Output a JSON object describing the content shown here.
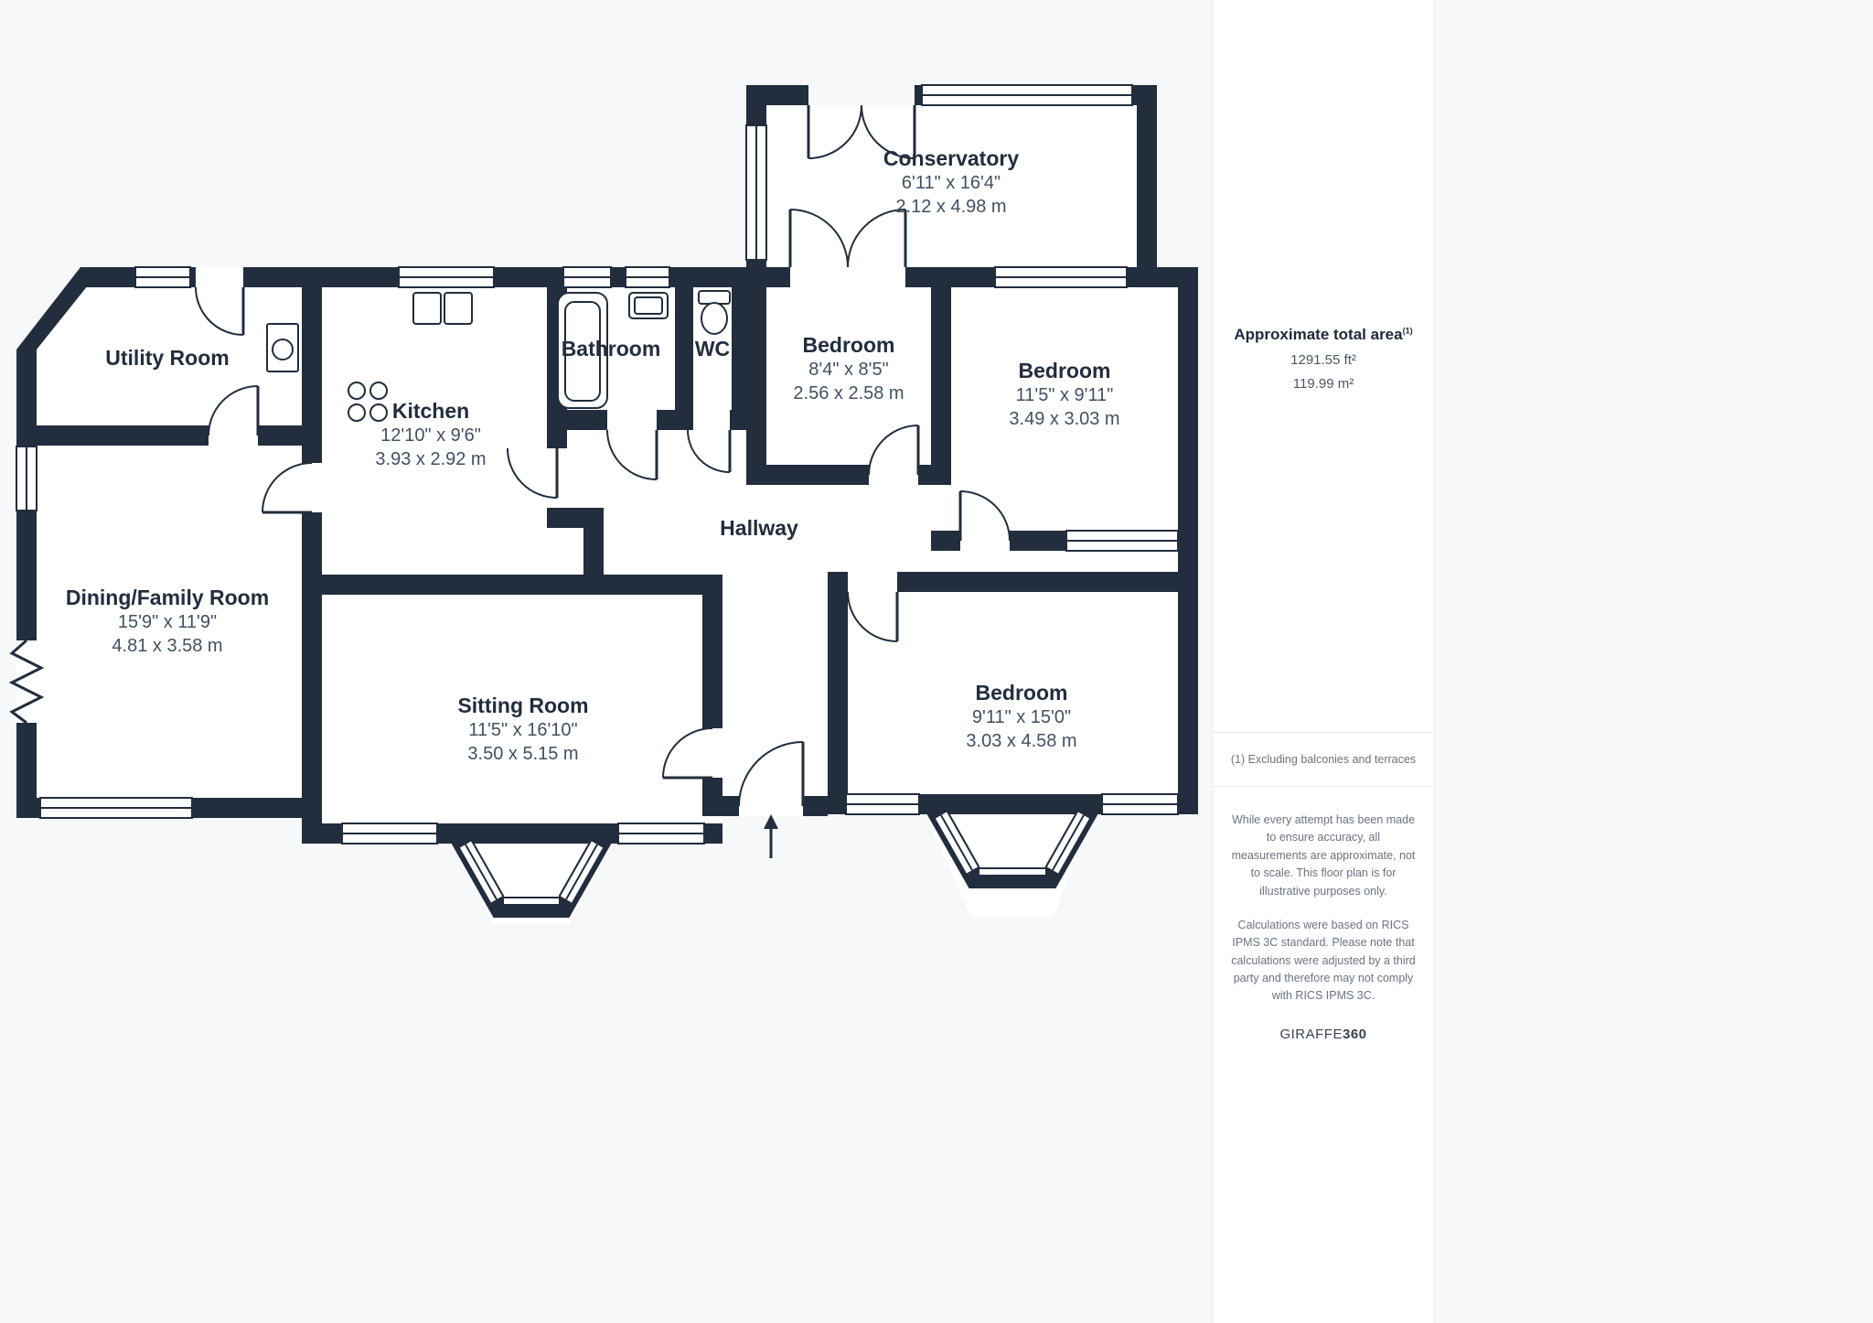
{
  "sidebar": {
    "total_area_label": "Approximate total area",
    "total_area_superscript": "(1)",
    "area_ft": "1291.55 ft²",
    "area_m": "119.99 m²",
    "footnote": "(1) Excluding balconies and terraces",
    "disclaimer1": "While every attempt has been made to ensure accuracy, all measurements are approximate, not to scale. This floor plan is for illustrative purposes only.",
    "disclaimer2": "Calculations were based on RICS IPMS 3C standard. Please note that calculations were adjusted by a third party and therefore may not comply with RICS IPMS 3C.",
    "brand": "GIRAFFE",
    "brand_bold": "360"
  },
  "rooms": [
    {
      "id": "conservatory",
      "name": "Conservatory",
      "dims_ft": "6'11\" x 16'4\"",
      "dims_m": "2.12 x 4.98 m"
    },
    {
      "id": "utility-room",
      "name": "Utility Room"
    },
    {
      "id": "kitchen",
      "name": "Kitchen",
      "dims_ft": "12'10\" x 9'6\"",
      "dims_m": "3.93 x 2.92 m"
    },
    {
      "id": "bathroom",
      "name": "Bathroom"
    },
    {
      "id": "wc",
      "name": "WC"
    },
    {
      "id": "bedroom-small",
      "name": "Bedroom",
      "dims_ft": "8'4\" x 8'5\"",
      "dims_m": "2.56 x 2.58 m"
    },
    {
      "id": "bedroom-mid",
      "name": "Bedroom",
      "dims_ft": "11'5\" x 9'11\"",
      "dims_m": "3.49 x 3.03 m"
    },
    {
      "id": "hallway",
      "name": "Hallway"
    },
    {
      "id": "dining-family-room",
      "name": "Dining/Family Room",
      "dims_ft": "15'9\" x 11'9\"",
      "dims_m": "4.81 x 3.58 m"
    },
    {
      "id": "sitting-room",
      "name": "Sitting Room",
      "dims_ft": "11'5\" x 16'10\"",
      "dims_m": "3.50 x 5.15 m"
    },
    {
      "id": "bedroom-large",
      "name": "Bedroom",
      "dims_ft": "9'11\" x 15'0\"",
      "dims_m": "3.03 x 4.58 m"
    }
  ],
  "colors": {
    "wall": "#222d3d",
    "floor": "#ffffff",
    "background": "#f7f8f9",
    "muted_text": "#6b7280"
  }
}
